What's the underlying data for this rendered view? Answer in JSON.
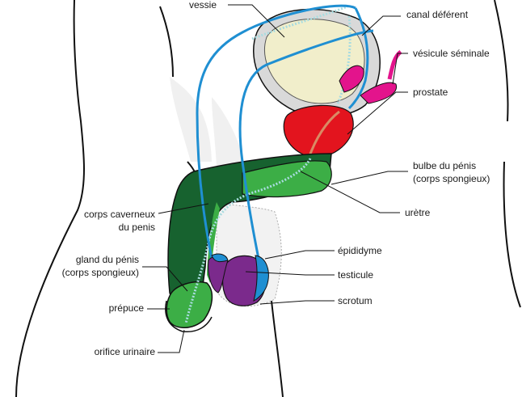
{
  "labels": {
    "vessie": "vessie",
    "canal_deferent": "canal déférent",
    "vesicule_seminale": "vésicule séminale",
    "prostate": "prostate",
    "bulbe_line1": "bulbe du pénis",
    "bulbe_line2": "(corps spongieux)",
    "uretre": "urètre",
    "corps_caverneux_line1": "corps caverneux",
    "corps_caverneux_line2": "du penis",
    "gland_line1": "gland du pénis",
    "gland_line2": "(corps spongieux)",
    "epididyme": "épididyme",
    "testicule": "testicule",
    "prepuce": "prépuce",
    "scrotum": "scrotum",
    "orifice_urinaire": "orifice urinaire"
  },
  "colors": {
    "bladder_outer": "#d9d9d9",
    "bladder_inner": "#f1eecb",
    "vas_deferens": "#1f8fd2",
    "urethra_dots": "#a9dce0",
    "seminal_vesicle": "#e3148c",
    "prostate": "#e3141e",
    "corpus_cavernosum": "#17622f",
    "corpus_spongiosum": "#3cae46",
    "testis": "#7b2a8c",
    "epididymis": "#1f8fd2",
    "hair_area": "#efefef",
    "outline": "#111111",
    "leader": "#111111"
  }
}
